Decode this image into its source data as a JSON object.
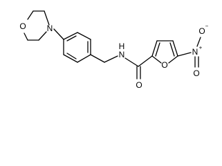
{
  "molecule": {
    "atoms": {
      "morpholine_oxygen": "O",
      "morpholine_nitrogen": "N",
      "amide_nitrogen": "N",
      "amide_hydrogen": "H",
      "amide_oxygen": "O",
      "furan_oxygen": "O",
      "nitro_nitrogen": "N",
      "nitro_nitrogen_charge": "+",
      "nitro_oxygen_top": "O",
      "nitro_oxygen_top_charge": "−",
      "nitro_oxygen_bottom": "O"
    }
  }
}
